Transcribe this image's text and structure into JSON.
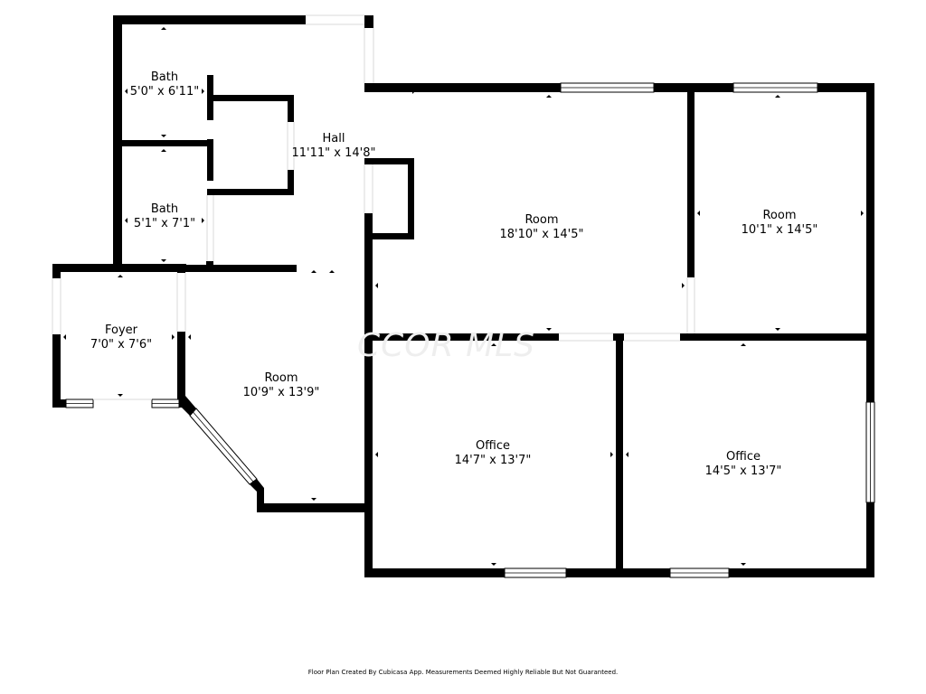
{
  "rooms": {
    "bath1": {
      "name": "Bath",
      "size": "5'0\" x 6'11\""
    },
    "bath2": {
      "name": "Bath",
      "size": "5'1\" x 7'1\""
    },
    "hall": {
      "name": "Hall",
      "size": "11'11\" x 14'8\""
    },
    "room1": {
      "name": "Room",
      "size": "18'10\" x 14'5\""
    },
    "room2": {
      "name": "Room",
      "size": "10'1\" x 14'5\""
    },
    "foyer": {
      "name": "Foyer",
      "size": "7'0\" x 7'6\""
    },
    "room3": {
      "name": "Room",
      "size": "10'9\" x 13'9\""
    },
    "office1": {
      "name": "Office",
      "size": "14'7\" x 13'7\""
    },
    "office2": {
      "name": "Office",
      "size": "14'5\" x 13'7\""
    }
  },
  "watermark": "CCOR MLS",
  "footer": "Floor Plan Created By Cubicasa App. Measurements Deemed Highly Reliable But Not Guaranteed."
}
